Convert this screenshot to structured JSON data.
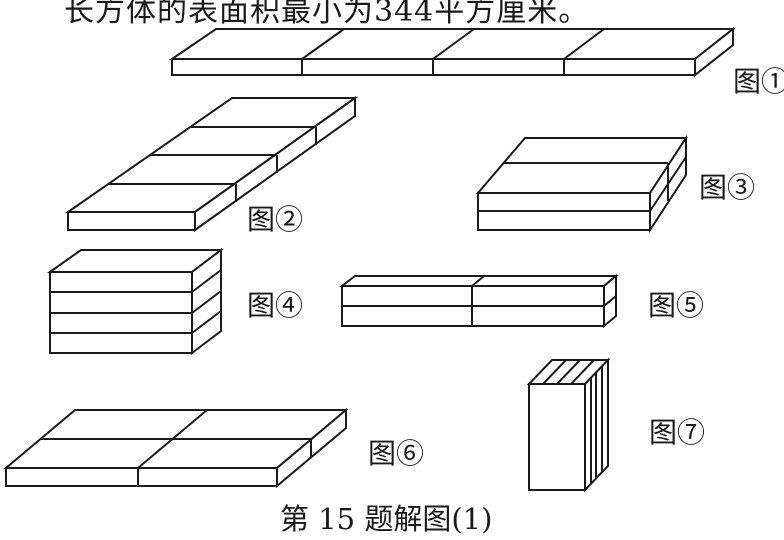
{
  "top_text": "长方体的表面积最小为344平方厘米。",
  "labels": {
    "fig1": "图①",
    "fig2": "图②",
    "fig3": "图③",
    "fig4": "图④",
    "fig5": "图⑤",
    "fig6": "图⑥",
    "fig7": "图⑦"
  },
  "caption": "第 15 题解图(1)"
}
